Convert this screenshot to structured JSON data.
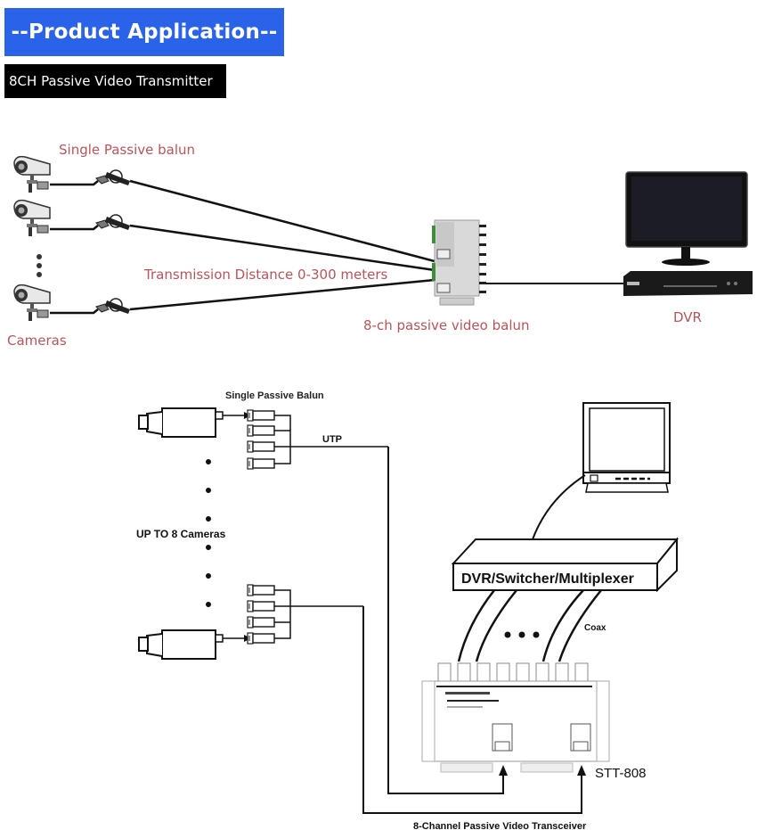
{
  "header": {
    "banner_title": "--Product Application--",
    "subtitle": "8CH Passive Video Transmitter"
  },
  "top_diagram": {
    "labels": {
      "single_balun": "Single Passive balun",
      "distance": "Transmission Distance 0-300 meters",
      "hub": "8-ch passive video balun",
      "dvr": "DVR",
      "cameras": "Cameras"
    },
    "camera_count_shown": 3,
    "ellipsis": "⋮",
    "colors": {
      "label": "#b5565a",
      "cable": "#111111"
    }
  },
  "bottom_diagram": {
    "labels": {
      "single_balun": "Single Passive Balun",
      "utp": "UTP",
      "up_to": "UP TO 8 Cameras",
      "dvr_box": "DVR/Switcher/Multiplexer",
      "coax": "Coax",
      "model": "STT-808",
      "caption": "8-Channel Passive Video Transceiver"
    },
    "bnc_ports": 8,
    "ellipsis": "• • •"
  },
  "colors": {
    "banner_bg": "#2a62e8",
    "subtitle_bg": "#000000",
    "text_white": "#ffffff"
  }
}
